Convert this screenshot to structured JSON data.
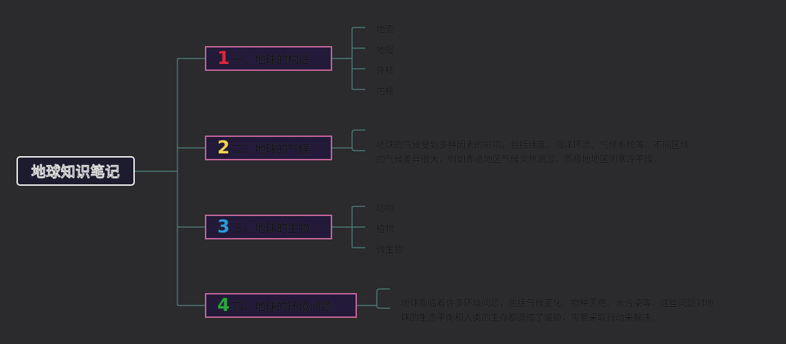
{
  "root": {
    "title": "地球知识笔记"
  },
  "colors": {
    "background": "#2b2a2d",
    "connector": "#4b7a76",
    "branch_border": "#c8669a",
    "num1": "#e0253a",
    "num2": "#f3d34a",
    "num3": "#2a9bdc",
    "num4": "#27a83a"
  },
  "branches": [
    {
      "number": "1",
      "label": "一、地球的构造",
      "children": [
        "地壳",
        "地幔",
        "外核",
        "内核"
      ]
    },
    {
      "number": "2",
      "label": "二、地球的气候",
      "text_lines": [
        "地球的气候受到多种因素的影响，包括纬度、海洋环流、气候系统等。不同区域",
        "的气候差异很大，例如赤道地区气候炎热潮湿，而极地地区则寒冷干燥。"
      ]
    },
    {
      "number": "3",
      "label": "三、地球的生物",
      "children": [
        "动物",
        "植物",
        "微生物"
      ]
    },
    {
      "number": "4",
      "label": "四、地球的环境问题",
      "text_lines": [
        "地球面临着许多环境问题，包括气候变化、物种灭绝、水污染等。这些问题对地",
        "球的生态平衡和人类的生存都造成了威胁，需要采取行动来解决。"
      ]
    }
  ]
}
